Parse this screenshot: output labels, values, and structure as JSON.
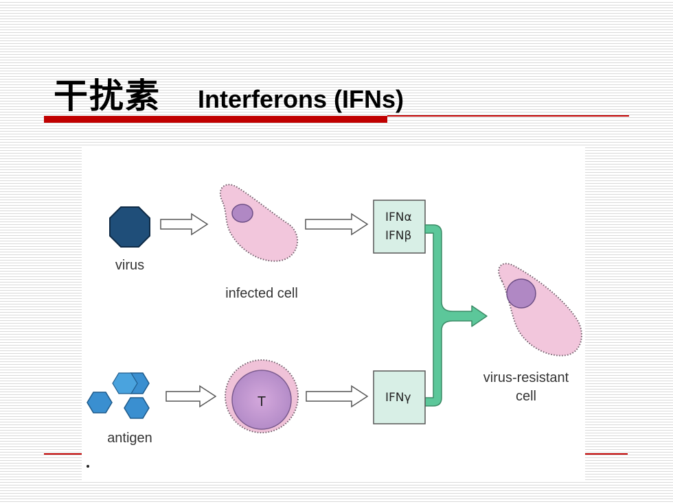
{
  "title": {
    "chinese": "干扰素",
    "english": "Interferons (IFNs)"
  },
  "diagram": {
    "virus_label": "virus",
    "infected_cell_label": "infected cell",
    "ifn_alpha_label": "IFNα",
    "ifn_beta_label": "IFNβ",
    "antigen_label": "antigen",
    "t_cell_label": "T",
    "ifn_gamma_label": "IFNγ",
    "resistant_label_line1": "virus-resistant",
    "resistant_label_line2": "cell"
  },
  "colors": {
    "accent_red": "#c00000",
    "virus": "#1f4e79",
    "antigen": "#3a8fd0",
    "cell_fill": "#f2c6dc",
    "nucleus": "#b088c4",
    "ifn_box": "#d8efe6",
    "green_arrow": "#5cc79a"
  }
}
